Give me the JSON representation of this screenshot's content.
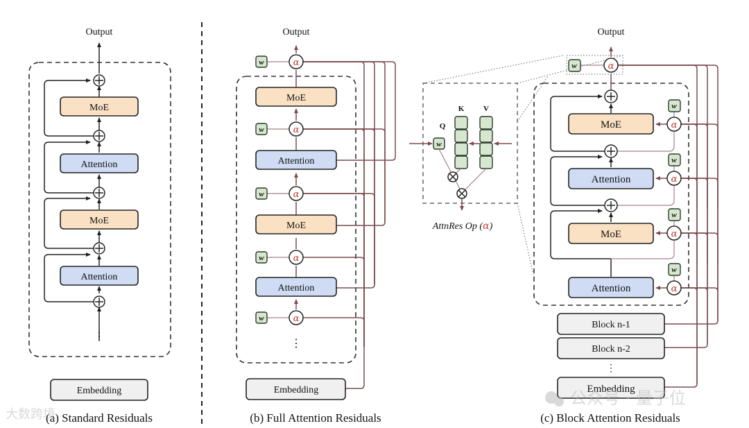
{
  "figure": {
    "divider": "dashed-vertical-line",
    "colors": {
      "moe_fill": "#fbe1c4",
      "attention_fill": "#cfdcf4",
      "embedding_fill": "#f0f0f0",
      "w_fill": "#d7e6cf",
      "residual_line": "#7d4b4f",
      "alpha_text": "#c0392b"
    }
  },
  "panel_a": {
    "output_label": "Output",
    "layers": [
      "MoE",
      "Attention",
      "MoE",
      "Attention"
    ],
    "ellipsis": "⋮",
    "embedding_label": "Embedding",
    "caption": "(a) Standard Residuals"
  },
  "panel_b": {
    "output_label": "Output",
    "layers": [
      "MoE",
      "Attention",
      "MoE",
      "Attention"
    ],
    "w_label": "w",
    "alpha_label": "α",
    "ellipsis": "⋮",
    "embedding_label": "Embedding",
    "caption": "(b) Full Attention Residuals"
  },
  "inset": {
    "q_label": "Q",
    "k_label": "K",
    "v_label": "V",
    "w_label": "w",
    "caption_prefix": "AttnRes Op (",
    "caption_alpha": "α",
    "caption_suffix": ")"
  },
  "panel_c": {
    "output_label": "Output",
    "layers": [
      "MoE",
      "Attention",
      "MoE",
      "Attention"
    ],
    "w_label": "w",
    "alpha_label": "α",
    "prev_blocks": [
      "Block n-1",
      "Block n-2"
    ],
    "ellipsis": "⋮",
    "embedding_label": "Embedding",
    "caption": "(c) Block Attention Residuals"
  },
  "watermarks": {
    "left": "大数跨境",
    "right": "公众号 · 量子位"
  }
}
